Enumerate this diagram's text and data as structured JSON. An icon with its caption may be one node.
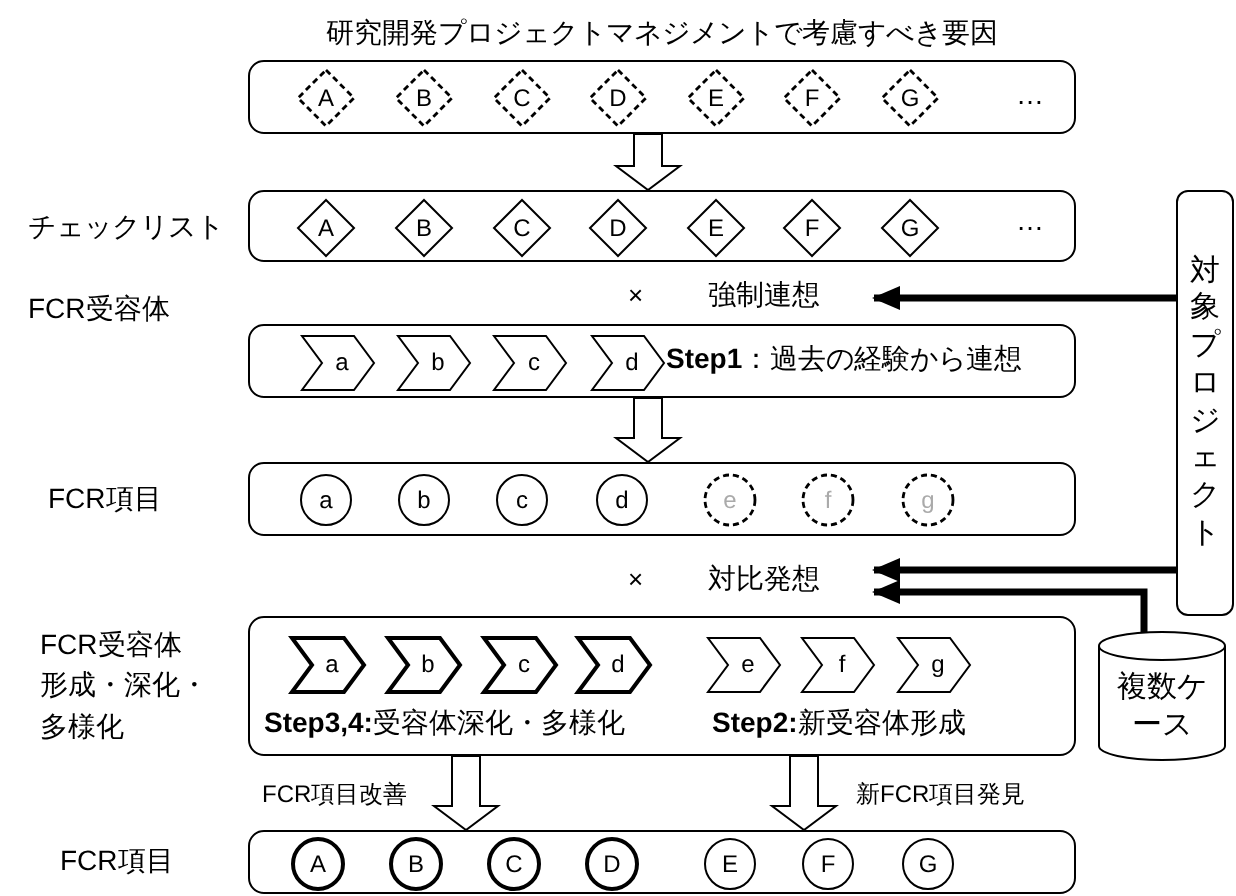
{
  "diagram": {
    "nodes": [
      {
        "text": [
          "研究開発プロジェクトマネジメントで考慮すべき要因",
          "…"
        ]
      },
      {
        "text": [
          "A"
        ],
        "in": 0
      },
      {
        "text": [
          "B"
        ],
        "in": 0
      },
      {
        "text": [
          "C"
        ],
        "in": 0
      },
      {
        "text": [
          "D"
        ],
        "in": 0
      },
      {
        "text": [
          "E"
        ],
        "in": 0
      },
      {
        "text": [
          "F"
        ],
        "in": 0
      },
      {
        "text": [
          "G"
        ],
        "in": 0
      },
      {
        "text": [
          "チェックリスト",
          "…"
        ]
      },
      {
        "text": [
          "A"
        ],
        "in": 8
      },
      {
        "text": [
          "B"
        ],
        "in": 8
      },
      {
        "text": [
          "C"
        ],
        "in": 8
      },
      {
        "text": [
          "D"
        ],
        "in": 8
      },
      {
        "text": [
          "E"
        ],
        "in": 8
      },
      {
        "text": [
          "F"
        ],
        "in": 8
      },
      {
        "text": [
          "G"
        ],
        "in": 8
      },
      {
        "text": [
          "FCR受容体",
          "**Step1**：過去の経験から連想"
        ]
      },
      {
        "text": [
          "a"
        ],
        "in": 16
      },
      {
        "text": [
          "b"
        ],
        "in": 16
      },
      {
        "text": [
          "c"
        ],
        "in": 16
      },
      {
        "text": [
          "d"
        ],
        "in": 16
      },
      {
        "text": [
          "FCR項目"
        ]
      },
      {
        "text": [
          "a"
        ],
        "in": 21
      },
      {
        "text": [
          "b"
        ],
        "in": 21
      },
      {
        "text": [
          "c"
        ],
        "in": 21
      },
      {
        "text": [
          "d"
        ],
        "in": 21
      },
      {
        "text": [
          "e"
        ],
        "in": 21
      },
      {
        "text": [
          "f"
        ],
        "in": 21
      },
      {
        "text": [
          "g"
        ],
        "in": 21
      },
      {
        "text": [
          "FCR受容体形成・深化・多様化",
          "**Step3,4:**受容体深化・多様化",
          "**Step2:**新受容体形成"
        ]
      },
      {
        "text": [
          "a"
        ],
        "in": 29
      },
      {
        "text": [
          "b"
        ],
        "in": 29
      },
      {
        "text": [
          "c"
        ],
        "in": 29
      },
      {
        "text": [
          "d"
        ],
        "in": 29
      },
      {
        "text": [
          "e"
        ],
        "in": 29
      },
      {
        "text": [
          "f"
        ],
        "in": 29
      },
      {
        "text": [
          "g"
        ],
        "in": 29
      },
      {
        "text": [
          "FCR項目"
        ]
      },
      {
        "text": [
          "A"
        ],
        "in": 37
      },
      {
        "text": [
          "B"
        ],
        "in": 37
      },
      {
        "text": [
          "C"
        ],
        "in": 37
      },
      {
        "text": [
          "D"
        ],
        "in": 37
      },
      {
        "text": [
          "E"
        ],
        "in": 37
      },
      {
        "text": [
          "F"
        ],
        "in": 37
      },
      {
        "text": [
          "G"
        ],
        "in": 37
      },
      {
        "text": [
          "対象プロジェクト"
        ]
      },
      {
        "text": [
          "複数ケース"
        ]
      },
      {
        "text": [
          "×",
          "強制連想"
        ]
      },
      {
        "text": [
          "×",
          "対比発想"
        ]
      }
    ],
    "edges": [
      {
        "from": 0,
        "to": 8,
        "arrow": "to"
      },
      {
        "from": 16,
        "to": 21,
        "arrow": "to"
      },
      {
        "from": 29,
        "to": 37,
        "arrow": "to",
        "label": "FCR項目改善"
      },
      {
        "from": 29,
        "to": 37,
        "arrow": "to",
        "label": "新FCR項目発見"
      },
      {
        "from": 45,
        "to": 47,
        "arrow": "to"
      },
      {
        "from": 45,
        "to": 48,
        "arrow": "to"
      },
      {
        "from": 46,
        "to": 48,
        "arrow": "to"
      }
    ]
  }
}
